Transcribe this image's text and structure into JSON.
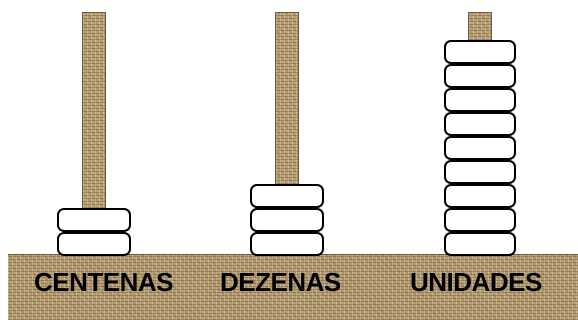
{
  "columns": [
    {
      "label": "CENTENAS",
      "beads": 2
    },
    {
      "label": "DEZENAS",
      "beads": 3
    },
    {
      "label": "UNIDADES",
      "beads": 9
    }
  ],
  "colors": {
    "wood": "#bca57a",
    "bead_fill": "#ffffff",
    "bead_border": "#000000",
    "text": "#000000"
  }
}
